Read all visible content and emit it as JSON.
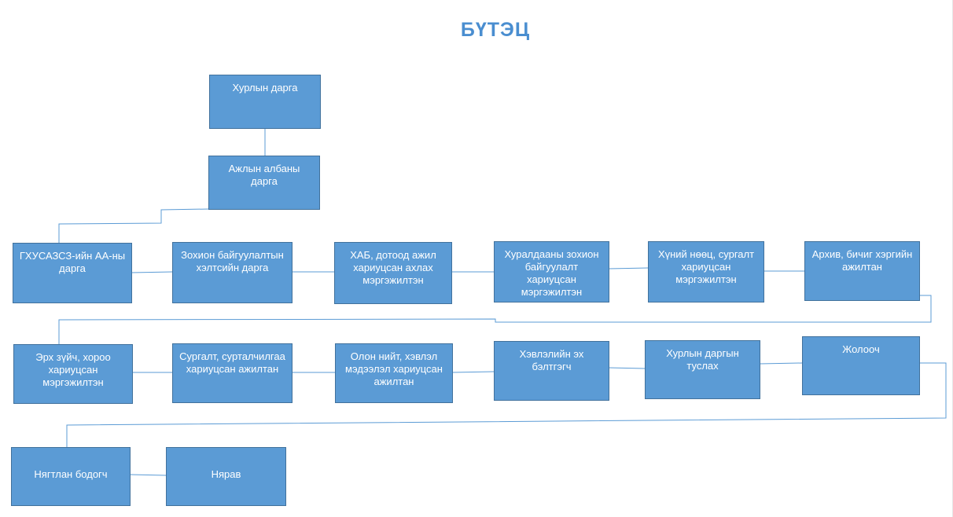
{
  "title": "БҮТЭЦ",
  "colors": {
    "box_fill": "#5b9bd5",
    "box_border": "#41719c",
    "title": "#4a8ed0",
    "connector": "#5b9bd5"
  },
  "nodes": {
    "khural_chairman": "Хурлын дарга",
    "office_head": "Ажлын албаны дарга",
    "ghusazsz_head": "ГХУСАЗСЗ-ийн АА-ны дарга",
    "org_dept_head": "Зохион байгуулалтын хэлтсийн дарга",
    "hab_specialist": "ХАБ, дотоод ажил хариуцсан ахлах мэргэжилтэн",
    "session_specialist": "Хуралдааны зохион байгуулалт хариуцсан мэргэжилтэн",
    "hr_specialist": "Хүний нөөц, сургалт хариуцсан мэргэжилтэн",
    "archive_clerk": "Архив, бичиг хэргийн ажилтан",
    "rights_specialist": "Эрх зүйч, хороо хариуцсан мэргэжилтэн",
    "training_officer": "Сургалт, сурталчилгаа хариуцсан ажилтан",
    "media_officer": "Олон нийт, хэвлэл мэдээлэл хариуцсан ажилтан",
    "press_editor": "Хэвлэлийн эх бэлтгэгч",
    "chairman_assistant": "Хурлын даргын туслах",
    "driver": "Жолооч",
    "accountant": "Нягтлан бодогч",
    "storekeeper": "Нярав"
  }
}
